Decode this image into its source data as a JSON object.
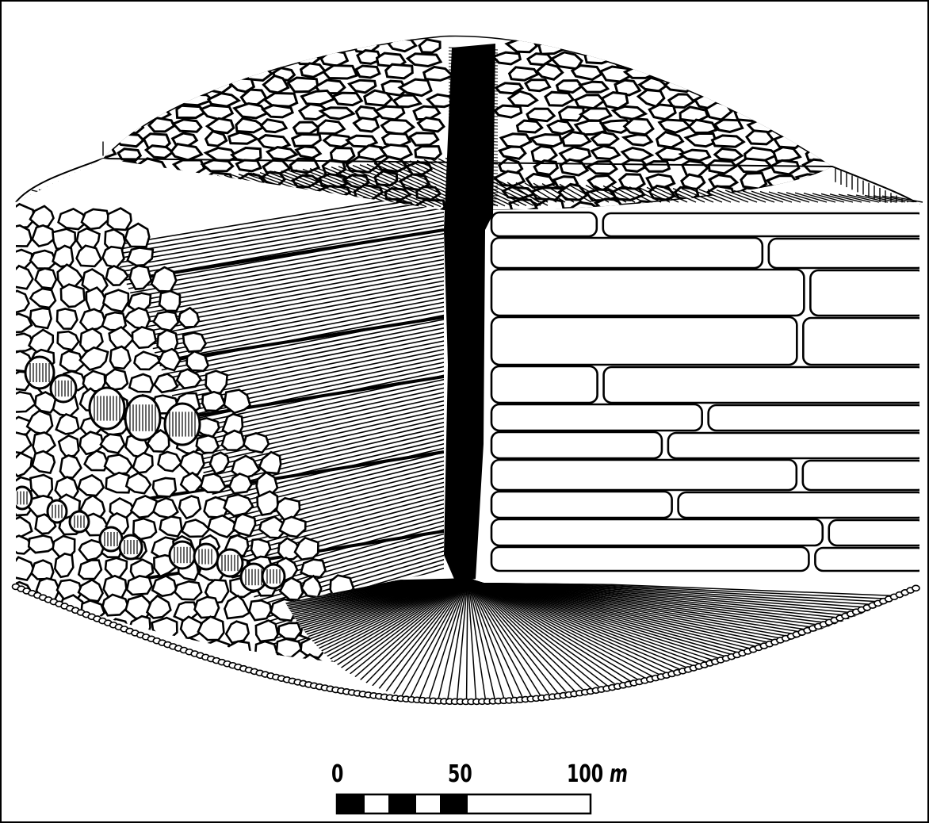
{
  "scale_bar": {
    "label_0": "0",
    "label_50": "50",
    "label_100_value": "100",
    "label_100_unit": "m"
  },
  "colors": {
    "ink": "#000000",
    "paper": "#ffffff"
  }
}
